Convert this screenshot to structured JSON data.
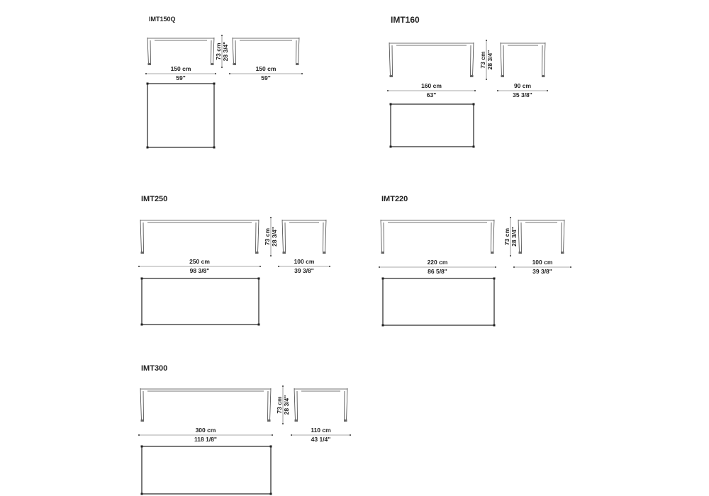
{
  "tables": [
    {
      "model": "IMT150Q",
      "height_cm": "73 cm",
      "height_in": "28 3/4\"",
      "length_cm": "150 cm",
      "length_in": "59\"",
      "depth_cm": "150 cm",
      "depth_in": "59\""
    },
    {
      "model": "IMT160",
      "height_cm": "73 cm",
      "height_in": "28 3/4\"",
      "length_cm": "160 cm",
      "length_in": "63\"",
      "depth_cm": "90 cm",
      "depth_in": "35 3/8\""
    },
    {
      "model": "IMT250",
      "height_cm": "73 cm",
      "height_in": "28 3/4\"",
      "length_cm": "250 cm",
      "length_in": "98 3/8\"",
      "depth_cm": "100 cm",
      "depth_in": "39 3/8\""
    },
    {
      "model": "IMT220",
      "height_cm": "73 cm",
      "height_in": "28 3/4\"",
      "length_cm": "220 cm",
      "length_in": "86 5/8\"",
      "depth_cm": "100 cm",
      "depth_in": "39 3/8\""
    },
    {
      "model": "IMT300",
      "height_cm": "73 cm",
      "height_in": "28 3/4\"",
      "length_cm": "300 cm",
      "length_in": "118 1/8\"",
      "depth_cm": "110 cm",
      "depth_in": "43 1/4\""
    }
  ]
}
